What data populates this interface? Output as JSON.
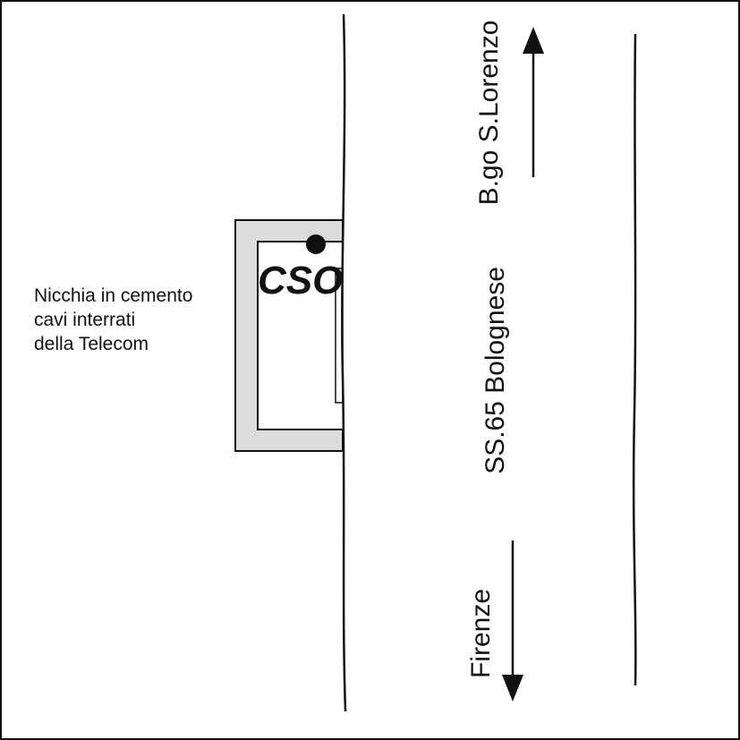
{
  "labels": {
    "cso": "CSO",
    "niche_note": [
      "Nicchia in cemento",
      "cavi interrati",
      "della Telecom"
    ],
    "road_name": "SS.65 Bolognese",
    "direction_north": "B.go S.Lorenzo",
    "direction_south": "Firenze"
  },
  "colors": {
    "line": "#111111",
    "niche_fill": "#dcdcdc",
    "background": "#ffffff"
  },
  "icons": {
    "north_arrow": "arrow-up-icon",
    "south_arrow": "arrow-down-icon",
    "cabinet_marker": "dot-icon"
  }
}
